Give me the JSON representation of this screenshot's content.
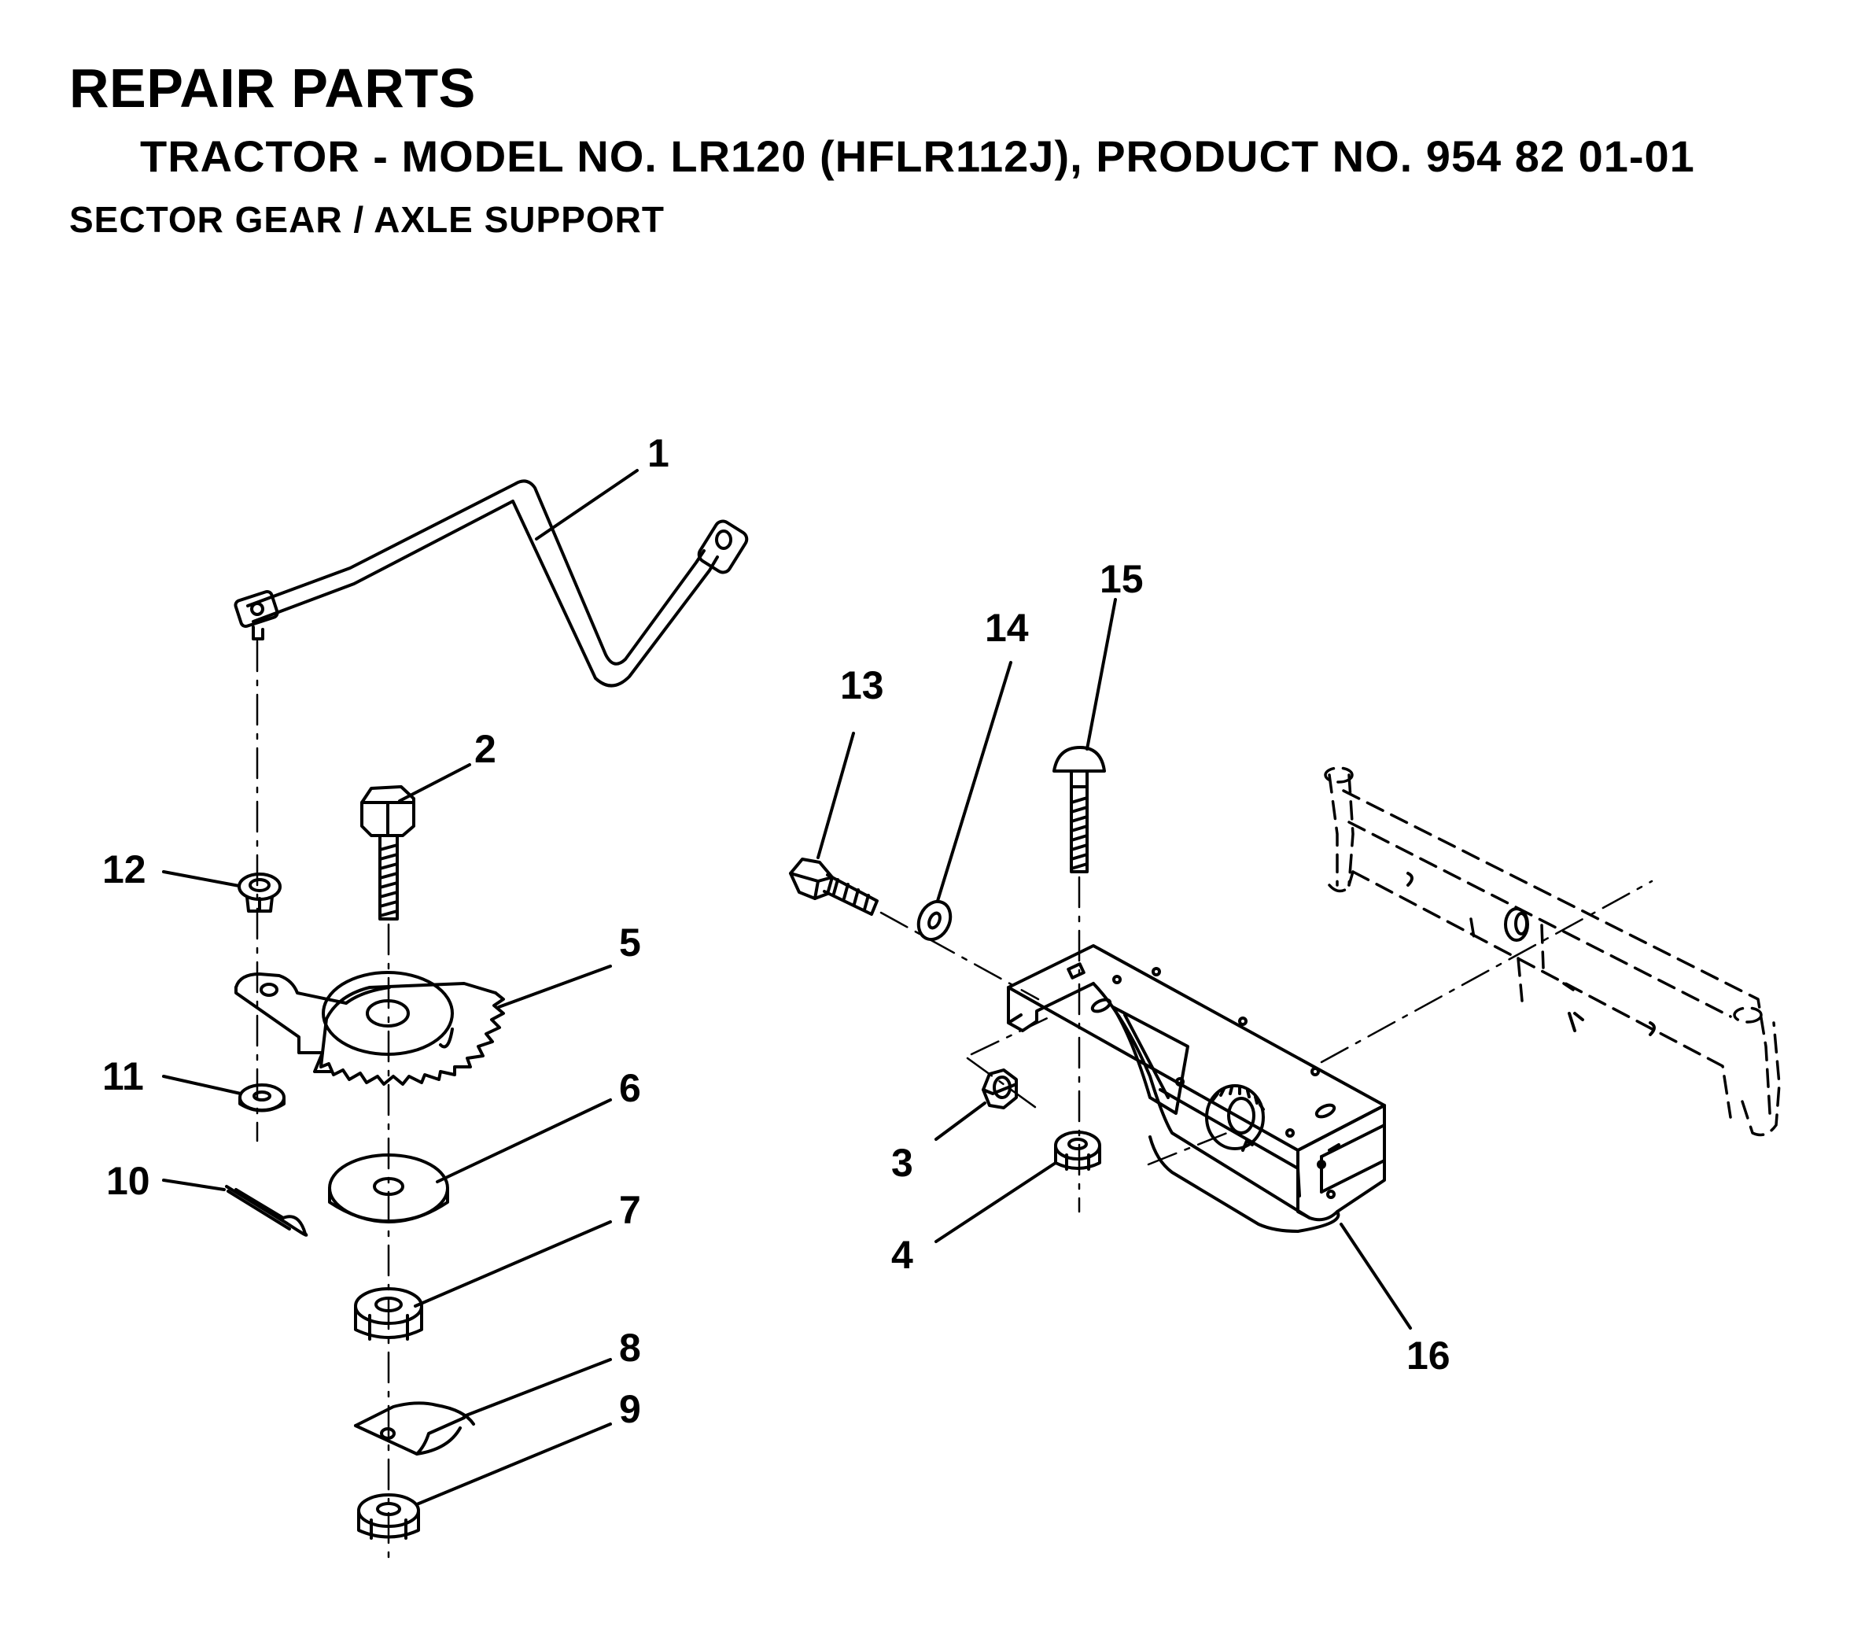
{
  "header": {
    "title": "REPAIR PARTS",
    "subtitle": "TRACTOR - MODEL NO. LR120 (HFLR112J), PRODUCT NO. 954 82 01-01",
    "section": "SECTOR GEAR / AXLE SUPPORT"
  },
  "callouts": {
    "c1": "1",
    "c2": "2",
    "c3": "3",
    "c4": "4",
    "c5": "5",
    "c6": "6",
    "c7": "7",
    "c8": "8",
    "c9": "9",
    "c10": "10",
    "c11": "11",
    "c12": "12",
    "c13": "13",
    "c14": "14",
    "c15": "15",
    "c16": "16"
  }
}
